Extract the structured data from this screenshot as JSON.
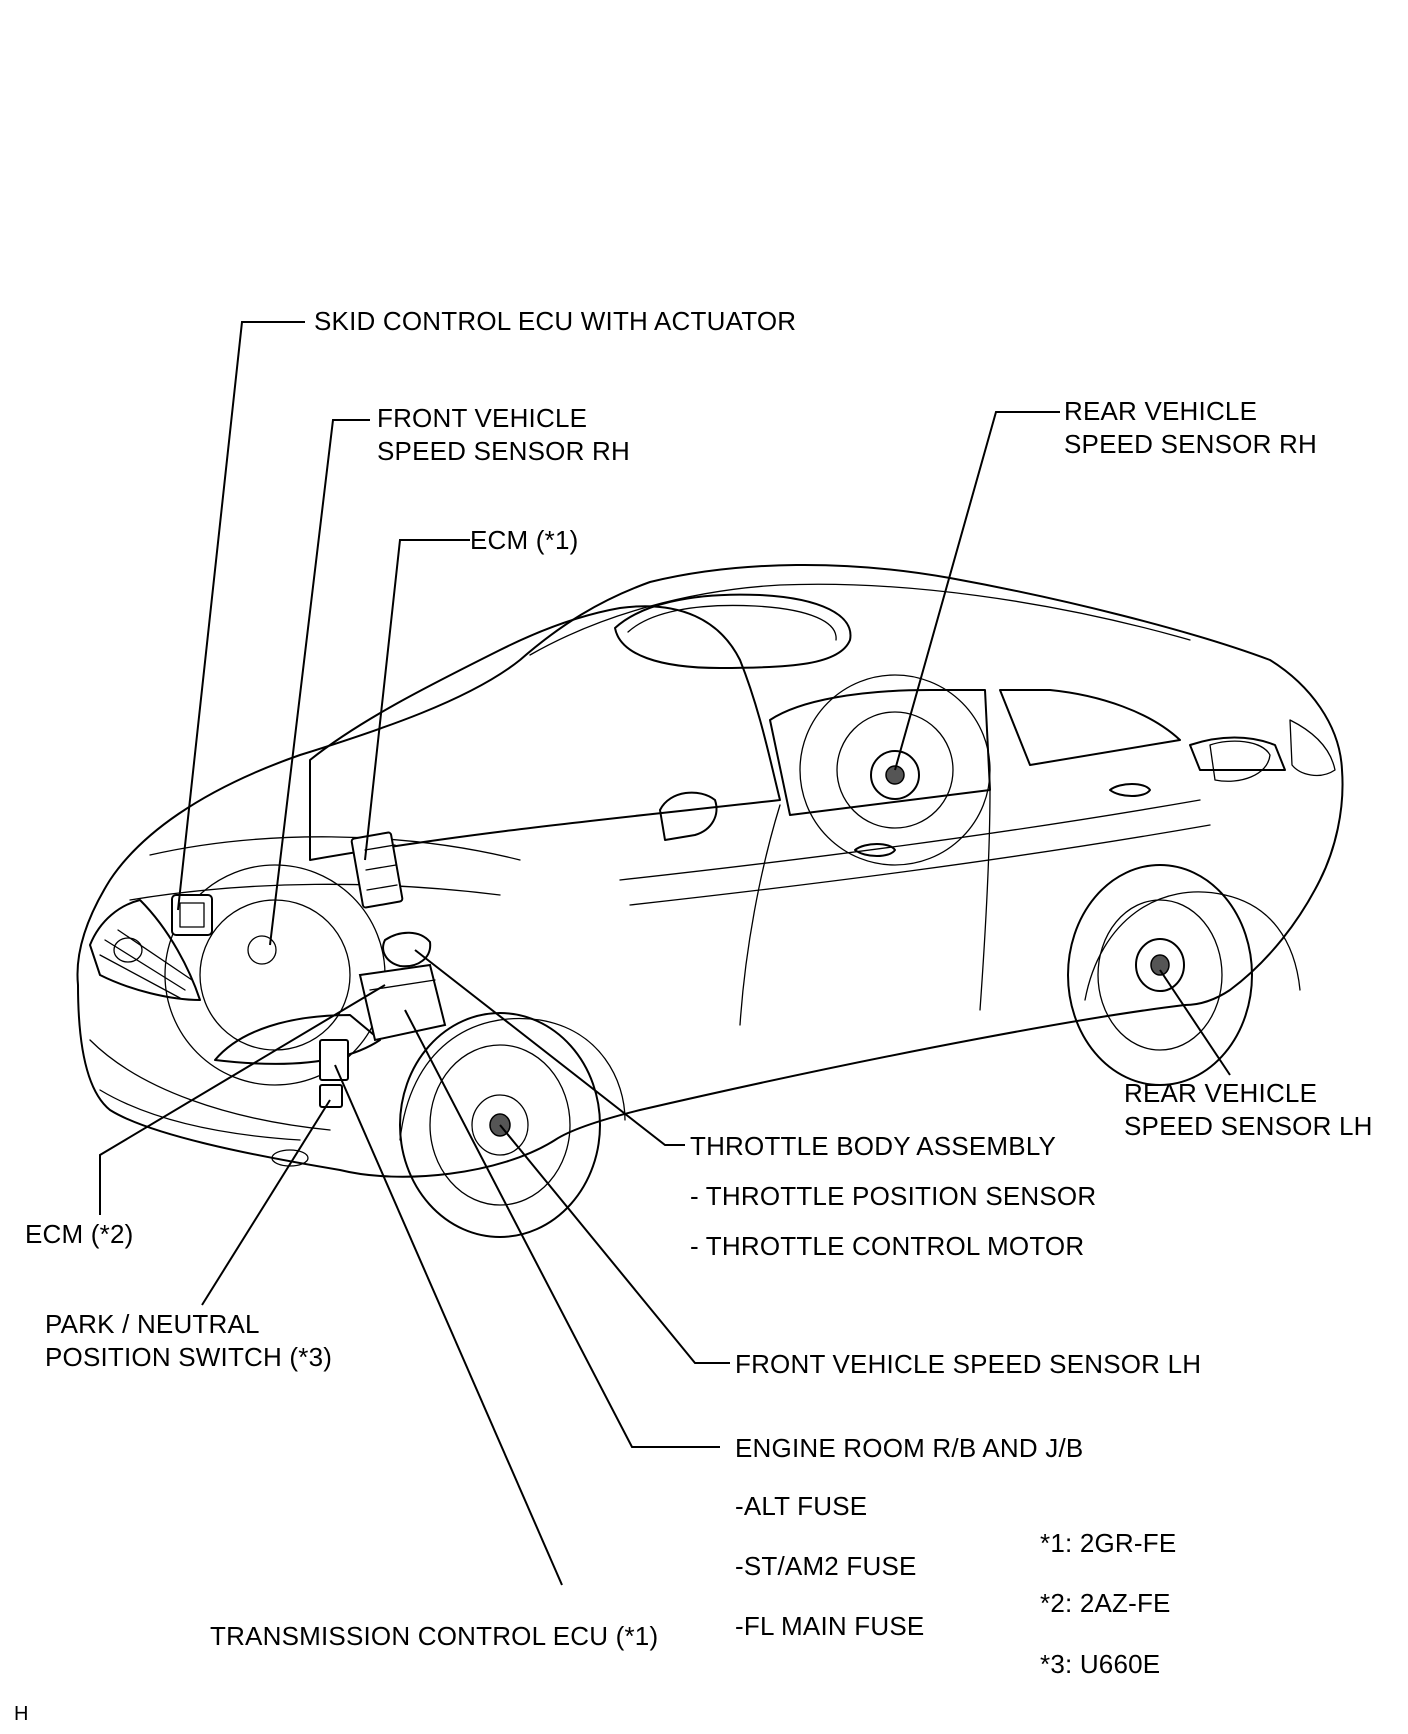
{
  "labels": {
    "skid_control": "SKID CONTROL ECU WITH ACTUATOR",
    "front_rh_1": "FRONT VEHICLE",
    "front_rh_2": "SPEED SENSOR RH",
    "ecm1": "ECM (*1)",
    "rear_rh_1": "REAR VEHICLE",
    "rear_rh_2": "SPEED SENSOR RH",
    "rear_lh_1": "REAR VEHICLE",
    "rear_lh_2": "SPEED SENSOR LH",
    "throttle_body": "THROTTLE BODY ASSEMBLY",
    "throttle_pos": "- THROTTLE POSITION SENSOR",
    "throttle_motor": "- THROTTLE CONTROL MOTOR",
    "ecm2": "ECM (*2)",
    "pnp_1": "PARK / NEUTRAL",
    "pnp_2": "POSITION SWITCH  (*3)",
    "front_lh": "FRONT VEHICLE SPEED SENSOR LH",
    "engine_room": "ENGINE ROOM R/B AND J/B",
    "alt_fuse": "-ALT FUSE",
    "st_fuse": "-ST/AM2 FUSE",
    "fl_fuse": "-FL MAIN FUSE",
    "tcu": "TRANSMISSION CONTROL ECU (*1)",
    "note1": "*1: 2GR-FE",
    "note2": "*2: 2AZ-FE",
    "note3": "*3: U660E",
    "corner": "H"
  }
}
